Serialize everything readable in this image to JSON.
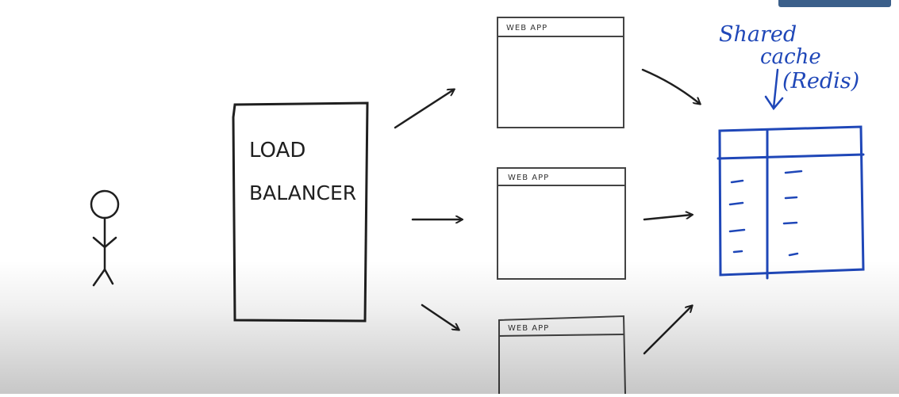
{
  "load_balancer": {
    "line1": "LOAD",
    "line2": "BALANCER"
  },
  "web_apps": [
    {
      "title": "WEB APP"
    },
    {
      "title": "WEB APP"
    },
    {
      "title": "WEB APP"
    }
  ],
  "cache_note": {
    "line1": "Shared",
    "line2": "cache",
    "line3": "(Redis)"
  },
  "colors": {
    "ink": "#1f1f1f",
    "blue_ink": "#1f47b8",
    "corner_tab": "#3b5f8a"
  }
}
